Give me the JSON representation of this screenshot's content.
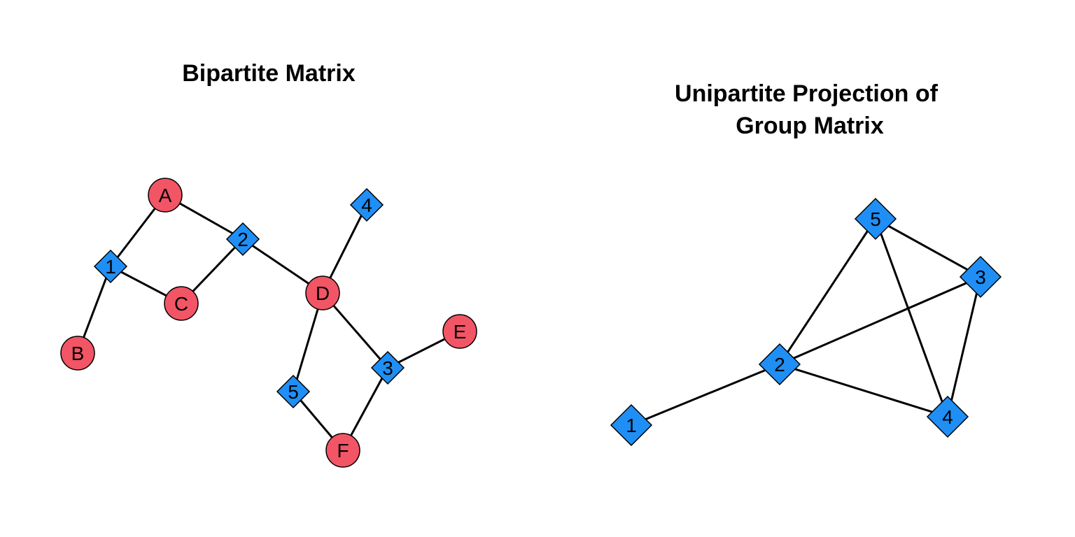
{
  "colors": {
    "person": "#f25565",
    "group": "#1f8ff5",
    "edge": "#000000"
  },
  "left_graph": {
    "title": "Bipartite Matrix",
    "nodes": [
      {
        "id": "A",
        "label": "A",
        "kind": "person"
      },
      {
        "id": "B",
        "label": "B",
        "kind": "person"
      },
      {
        "id": "C",
        "label": "C",
        "kind": "person"
      },
      {
        "id": "D",
        "label": "D",
        "kind": "person"
      },
      {
        "id": "E",
        "label": "E",
        "kind": "person"
      },
      {
        "id": "F",
        "label": "F",
        "kind": "person"
      },
      {
        "id": "1",
        "label": "1",
        "kind": "group"
      },
      {
        "id": "2",
        "label": "2",
        "kind": "group"
      },
      {
        "id": "3",
        "label": "3",
        "kind": "group"
      },
      {
        "id": "4",
        "label": "4",
        "kind": "group"
      },
      {
        "id": "5",
        "label": "5",
        "kind": "group"
      }
    ],
    "edges": [
      [
        "A",
        "1"
      ],
      [
        "A",
        "2"
      ],
      [
        "B",
        "1"
      ],
      [
        "C",
        "1"
      ],
      [
        "C",
        "2"
      ],
      [
        "D",
        "2"
      ],
      [
        "D",
        "4"
      ],
      [
        "D",
        "3"
      ],
      [
        "D",
        "5"
      ],
      [
        "E",
        "3"
      ],
      [
        "F",
        "3"
      ],
      [
        "F",
        "5"
      ]
    ]
  },
  "right_graph": {
    "title_line1": "Unipartite Projection of",
    "title_line2": "Group Matrix",
    "nodes": [
      {
        "id": "1",
        "label": "1",
        "kind": "group"
      },
      {
        "id": "2",
        "label": "2",
        "kind": "group"
      },
      {
        "id": "3",
        "label": "3",
        "kind": "group"
      },
      {
        "id": "4",
        "label": "4",
        "kind": "group"
      },
      {
        "id": "5",
        "label": "5",
        "kind": "group"
      }
    ],
    "edges": [
      [
        "1",
        "2"
      ],
      [
        "2",
        "5"
      ],
      [
        "2",
        "3"
      ],
      [
        "2",
        "4"
      ],
      [
        "5",
        "3"
      ],
      [
        "5",
        "4"
      ],
      [
        "3",
        "4"
      ]
    ]
  }
}
